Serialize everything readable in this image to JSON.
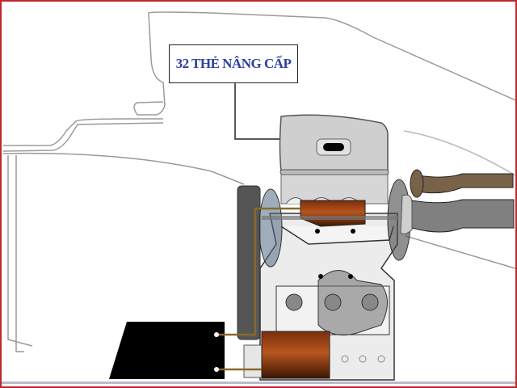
{
  "diagram": {
    "subject": "Racing car engine diagram with energy recovery components",
    "callout": {
      "label": "32 THẺ NÂNG CẤP",
      "text_color": "#2b3ea0",
      "points_to": "engine-airbox"
    },
    "components": [
      {
        "name": "car-body-outline",
        "color": "#9a9a9a"
      },
      {
        "name": "engine-airbox",
        "color": "#c9c9c9"
      },
      {
        "name": "motor-generator-top",
        "color": "#8a3a12"
      },
      {
        "name": "motor-generator-bottom",
        "color": "#8a3a12"
      },
      {
        "name": "battery-pack",
        "color": "#000000"
      },
      {
        "name": "radiator-left",
        "color": "#555555"
      },
      {
        "name": "exhaust-pipe-upper",
        "color": "#7a6248"
      },
      {
        "name": "exhaust-pipe-lower",
        "color": "#808080"
      },
      {
        "name": "engine-block",
        "color": "#e6e6e6"
      },
      {
        "name": "power-cables",
        "color": "#8a6a2a"
      }
    ],
    "border_color": "#c0282d"
  }
}
